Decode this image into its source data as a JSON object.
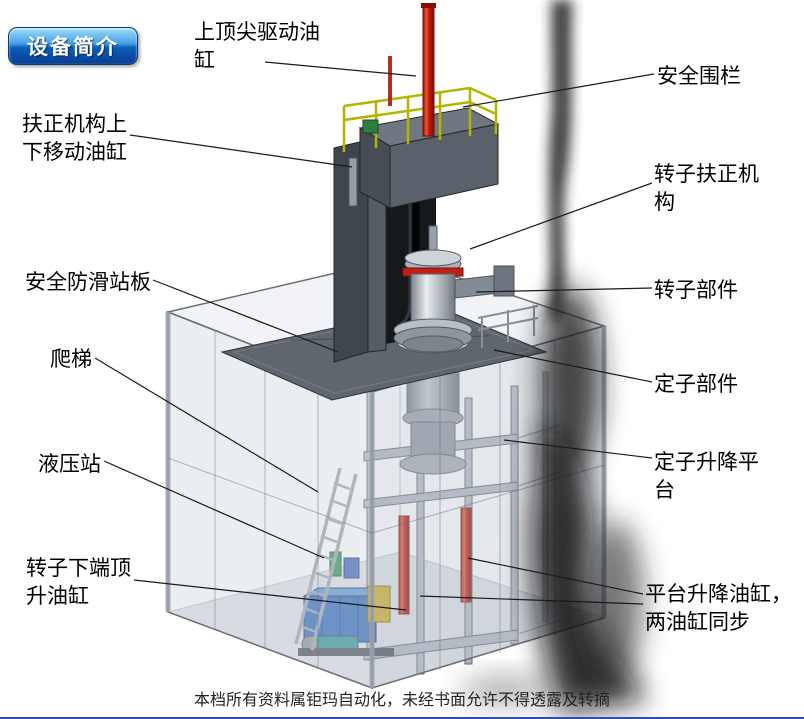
{
  "badge": {
    "label": "设备简介"
  },
  "labels": [
    {
      "id": "top-tip-drive-cylinder",
      "text": "上顶尖驱动油\n缸"
    },
    {
      "id": "safety-fence",
      "text": "安全围栏"
    },
    {
      "id": "centering-move-cylinder",
      "text": "扶正机构上\n下移动油缸"
    },
    {
      "id": "rotor-centering-mechanism",
      "text": "转子扶正机\n构"
    },
    {
      "id": "anti-slip-standing-plate",
      "text": "安全防滑站板"
    },
    {
      "id": "rotor-component",
      "text": "转子部件"
    },
    {
      "id": "ladder",
      "text": "爬梯"
    },
    {
      "id": "stator-component",
      "text": "定子部件"
    },
    {
      "id": "hydraulic-station",
      "text": "液压站"
    },
    {
      "id": "stator-lift-platform",
      "text": "定子升降平\n台"
    },
    {
      "id": "rotor-bottom-jack-cylinder",
      "text": "转子下端顶\n升油缸"
    },
    {
      "id": "platform-lift-cylinders",
      "text": "平台升降油缸，\n两油缸同步"
    }
  ],
  "footer": {
    "text": "本档所有资料属钜玛自动化，未经书面允许不得透露及转摘"
  },
  "colors": {
    "badge_blue": "#0c5cba",
    "cylinder_red": "#c0281c",
    "railing_yellow": "#b2b400",
    "hydraulic_blue": "#2d66b8",
    "plate_gray": "#5f666e"
  }
}
